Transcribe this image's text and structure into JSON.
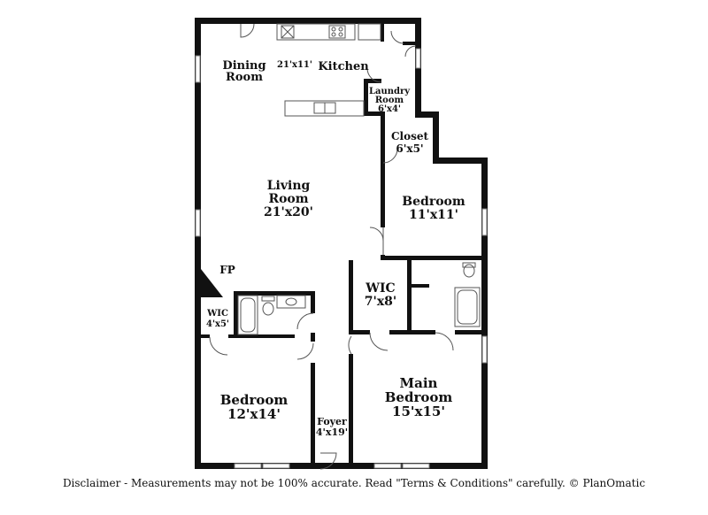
{
  "rooms": {
    "dining": {
      "name_line1": "Dining",
      "name_line2": "Room"
    },
    "kitchen": {
      "name": "Kitchen",
      "dims": "21'x11'"
    },
    "laundry": {
      "name_line1": "Laundry",
      "name_line2": "Room",
      "dims": "6'x4'"
    },
    "closet": {
      "name": "Closet",
      "dims": "6'x5'"
    },
    "living": {
      "name_line1": "Living",
      "name_line2": "Room",
      "dims": "21'x20'"
    },
    "bedroom_right": {
      "name": "Bedroom",
      "dims": "11'x11'"
    },
    "fireplace": {
      "label": "FP"
    },
    "wic_small": {
      "name": "WIC",
      "dims": "4'x5'"
    },
    "wic_main": {
      "name": "WIC",
      "dims": "7'x8'"
    },
    "bedroom_left": {
      "name": "Bedroom",
      "dims": "12'x14'"
    },
    "foyer": {
      "name": "Foyer",
      "dims": "4'x19'"
    },
    "main_bedroom": {
      "name_line1": "Main",
      "name_line2": "Bedroom",
      "dims": "15'x15'"
    }
  },
  "footer": {
    "disclaimer": "Disclaimer - Measurements may not be 100% accurate. Read \"Terms & Conditions\" carefully. © PlanOmatic"
  }
}
